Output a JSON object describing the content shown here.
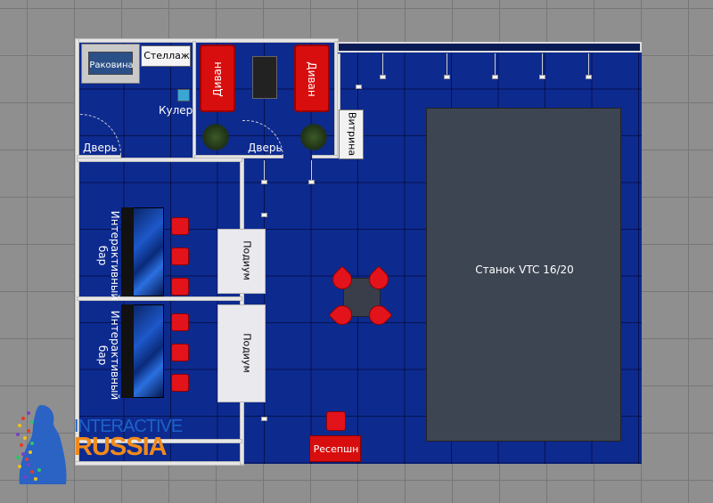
{
  "plan": {
    "rooms": {
      "sink": "Раковина",
      "shelf": "Стеллаж",
      "cooler": "Кулер",
      "door_left": "Дверь",
      "door_middle": "Дверь",
      "sofa_left": "Диван",
      "sofa_right": "Диван",
      "showcase": "Витрина",
      "bar_top": "Интерактивный бар",
      "bar_bottom": "Интерактивный бар",
      "podium_top": "Подиум",
      "podium_bottom": "Подиум",
      "machine": "Станок VTC 16/20",
      "reception": "Ресепшн"
    },
    "logo": {
      "line1": "INTERACTIVE",
      "line2": "RUSSIA"
    },
    "colors": {
      "carpet": "#0d2a8f",
      "furniture_red": "#d80e0e",
      "machine_gray": "#3e4552",
      "wall": "#e6e6e6",
      "logo_blue": "#1e63c9",
      "logo_orange": "#f08a1c"
    }
  }
}
